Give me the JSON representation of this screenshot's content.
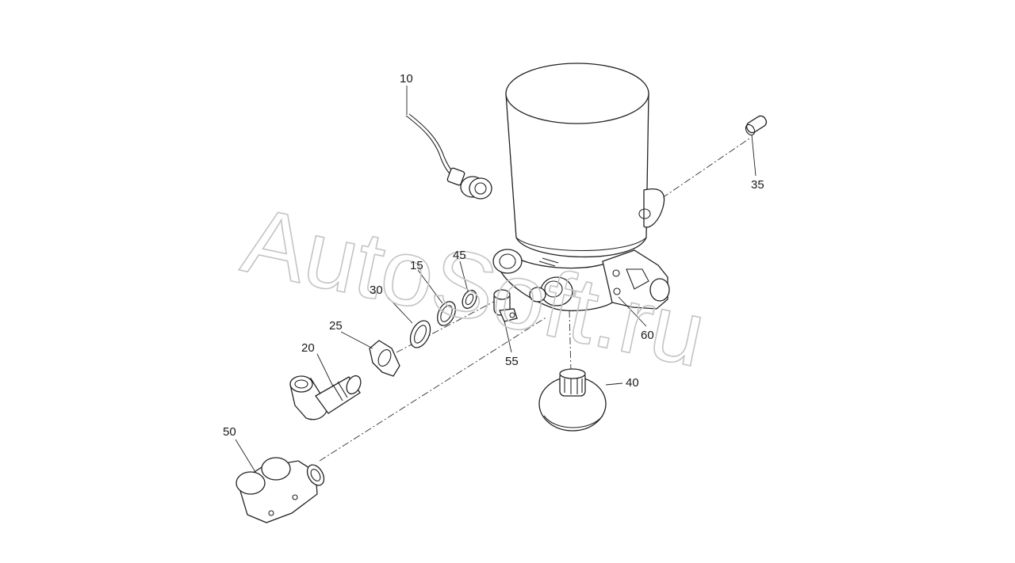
{
  "watermark": "AutoSoft.ru",
  "labels": {
    "p10": "10",
    "p15": "15",
    "p20": "20",
    "p25": "25",
    "p30": "30",
    "p35": "35",
    "p40": "40",
    "p45": "45",
    "p50": "50",
    "p55": "55",
    "p60": "60"
  }
}
